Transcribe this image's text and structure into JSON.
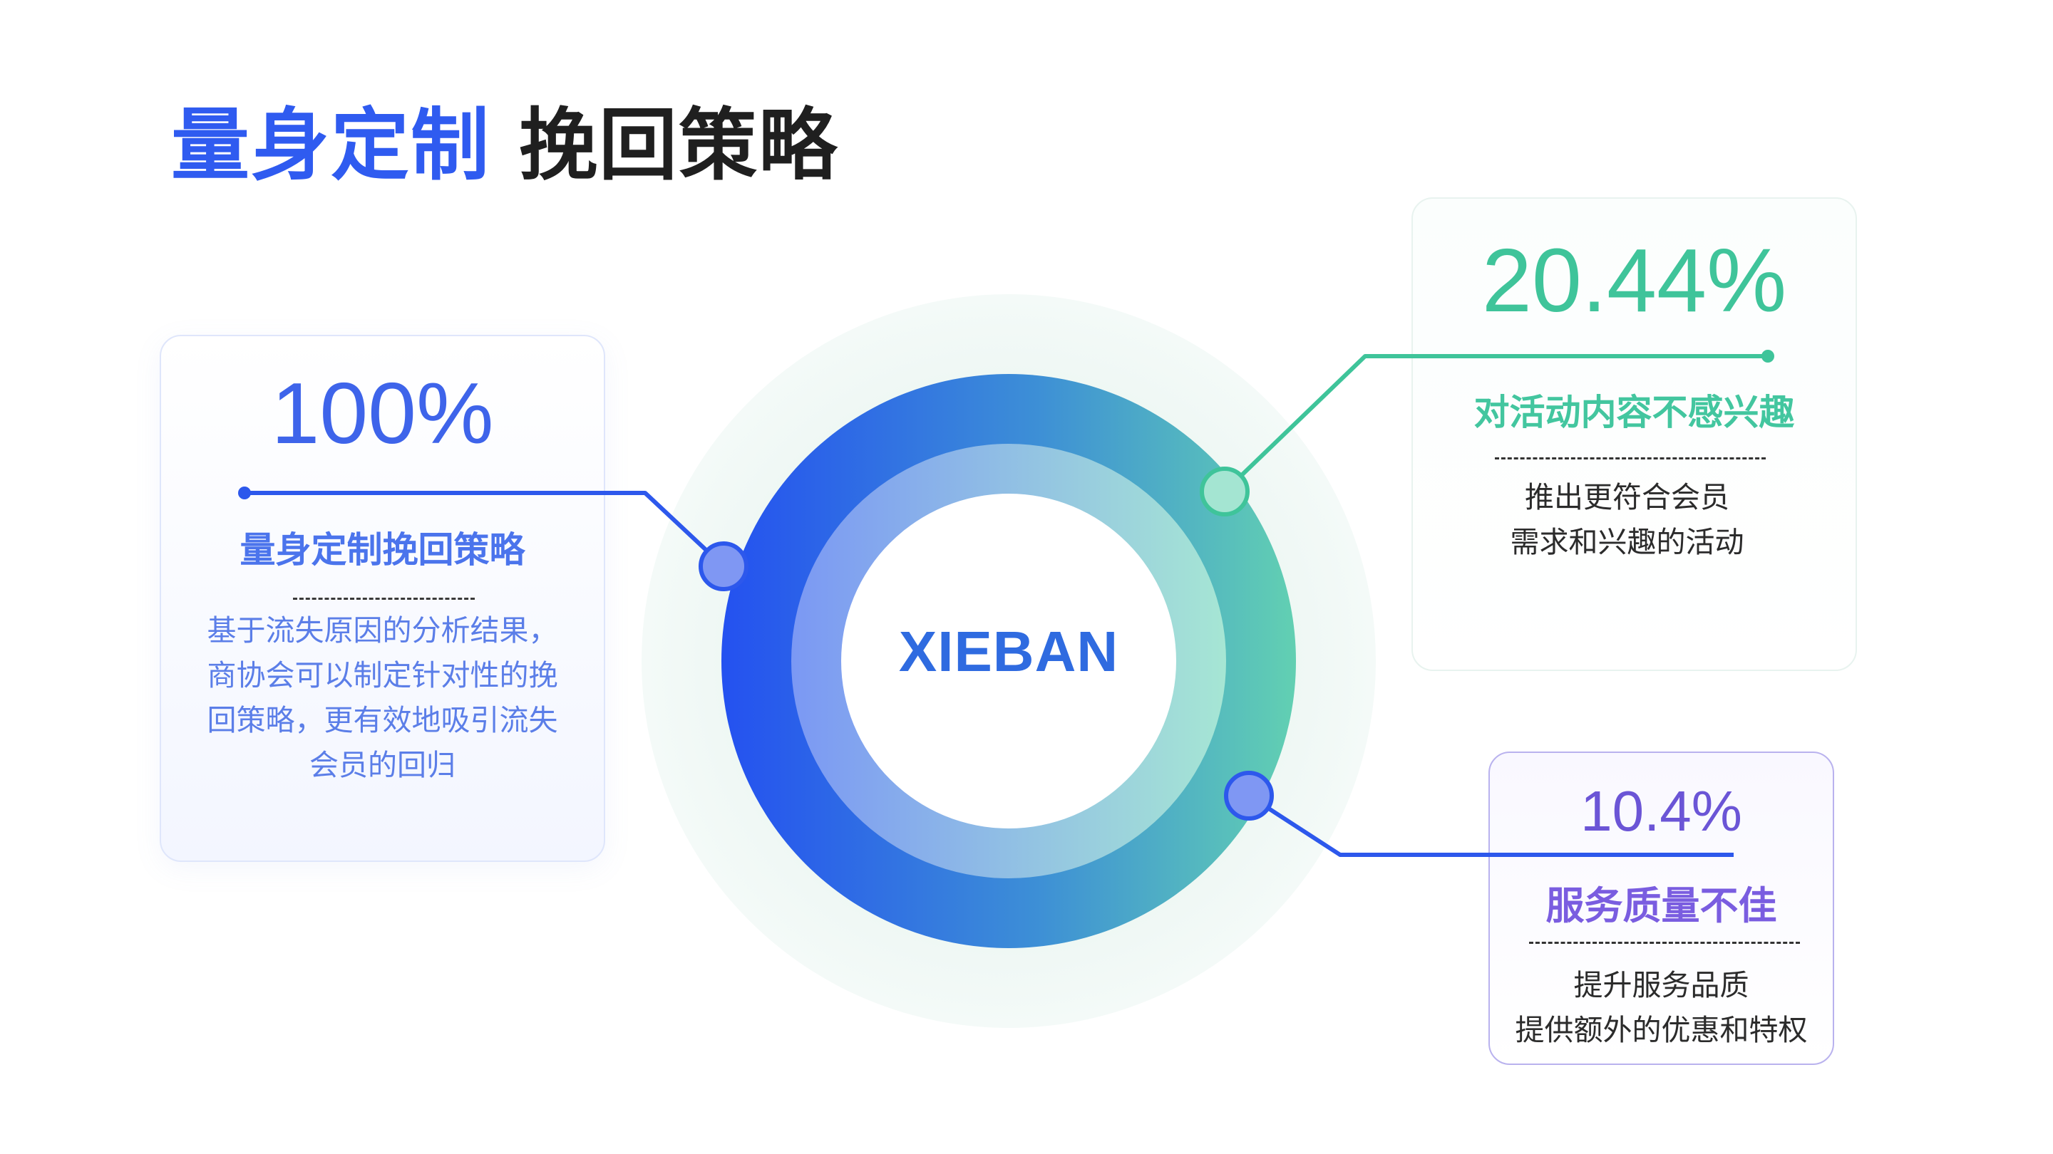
{
  "title": {
    "highlight": "量身定制",
    "main": "挽回策略"
  },
  "center": {
    "label": "XIEBAN"
  },
  "cards": {
    "left": {
      "percent": "100%",
      "heading": "量身定制挽回策略",
      "lines": [
        "基于流失原因的分析结果，",
        "商协会可以制定针对性的挽",
        "回策略，更有效地吸引流失",
        "会员的回归"
      ]
    },
    "top_right": {
      "percent": "20.44%",
      "heading": "对活动内容不感兴趣",
      "lines": [
        "推出更符合会员",
        "需求和兴趣的活动"
      ]
    },
    "bottom_right": {
      "percent": "10.4%",
      "heading": "服务质量不佳",
      "lines": [
        "提升服务品质",
        "提供额外的优惠和特权"
      ]
    }
  },
  "colors": {
    "blue": "#2f5bf0",
    "green": "#3fc49a",
    "purple": "#6b55d6",
    "dark": "#1f1f1f"
  }
}
